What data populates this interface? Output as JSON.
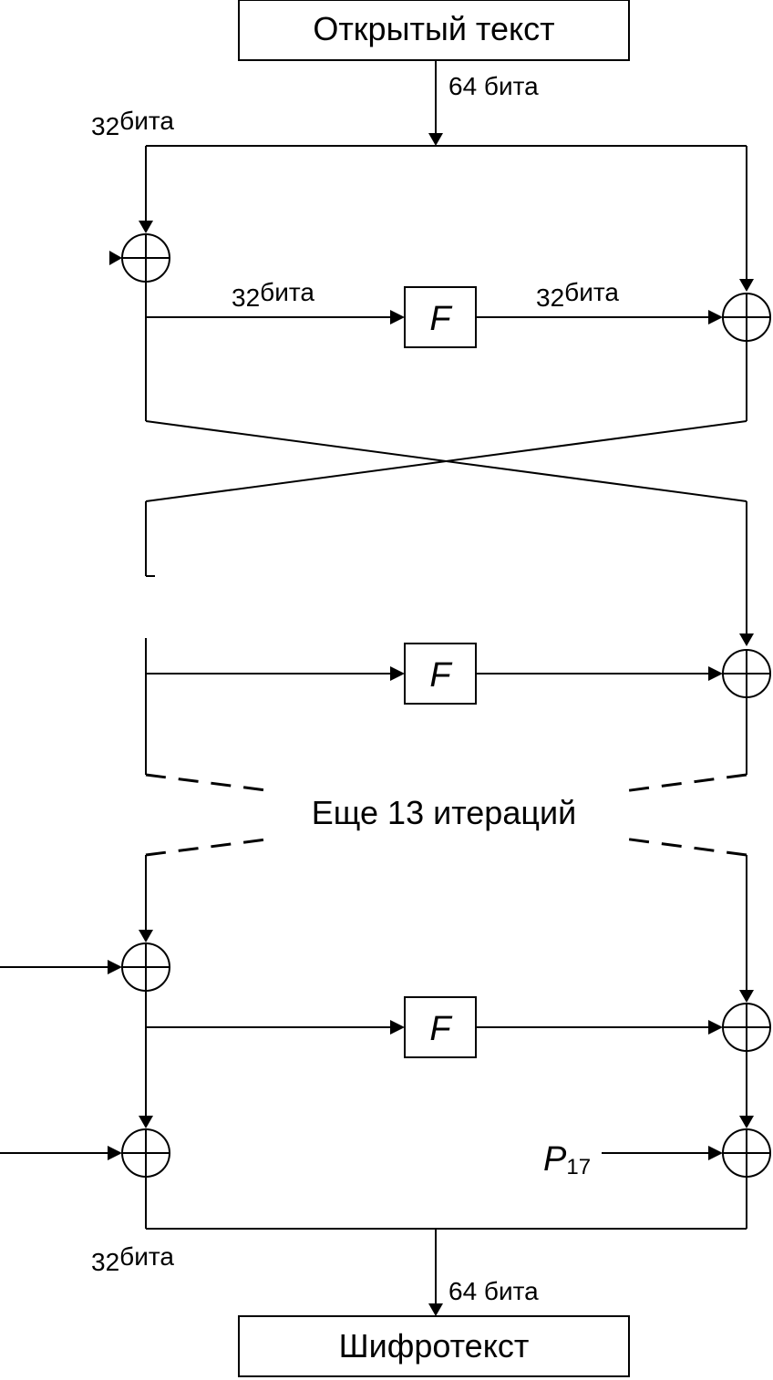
{
  "title_box": "Открытый текст",
  "output_box": "Шифротекст",
  "function_label": "F",
  "labels": {
    "in_64": "64 бита",
    "top_left_32": {
      "num": "32",
      "unit": "бита"
    },
    "mid_left_32": {
      "num": "32",
      "unit": "бита"
    },
    "mid_right_32": {
      "num": "32",
      "unit": "бита"
    },
    "bottom_left_32": {
      "num": "32",
      "unit": "бита"
    },
    "out_64": "64 бита"
  },
  "iterations_note": "Еще 13 итераций",
  "subkey_label": {
    "base": "P",
    "sub": "17"
  },
  "icons": {
    "xor": "xor-circle-plus-icon",
    "arrow": "arrowhead-icon"
  },
  "colors": {
    "line": "#000000",
    "background": "#ffffff"
  }
}
